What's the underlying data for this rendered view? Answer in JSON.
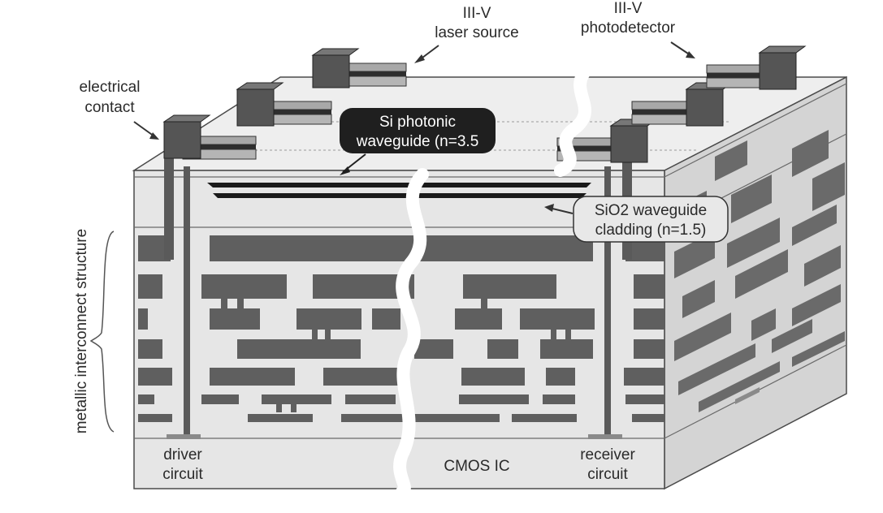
{
  "labels": {
    "laser_line1": "III-V",
    "laser_line2": "laser source",
    "pd_line1": "III-V",
    "pd_line2": "photodetector",
    "contact_line1": "electrical",
    "contact_line2": "contact",
    "wg_line1": "Si photonic",
    "wg_line2": "waveguide (n=3.5",
    "clad_line1": "SiO2 waveguide",
    "clad_line2": "cladding (n=1.5)",
    "metal_stack": "metallic interconnect structure",
    "driver_line1": "driver",
    "driver_line2": "circuit",
    "cmos": "CMOS IC",
    "receiver_line1": "receiver",
    "receiver_line2": "circuit"
  },
  "colors": {
    "background": "#ffffff",
    "block_face": "#e6e6e6",
    "block_side": "#d2d2d2",
    "block_top": "#eeeeee",
    "metal": "#5f5f5f",
    "device_light": "#a8a8a8",
    "device_dark": "#2e2e2e",
    "callout_fill": "#1f1f1f",
    "outline": "#4a4a4a"
  }
}
